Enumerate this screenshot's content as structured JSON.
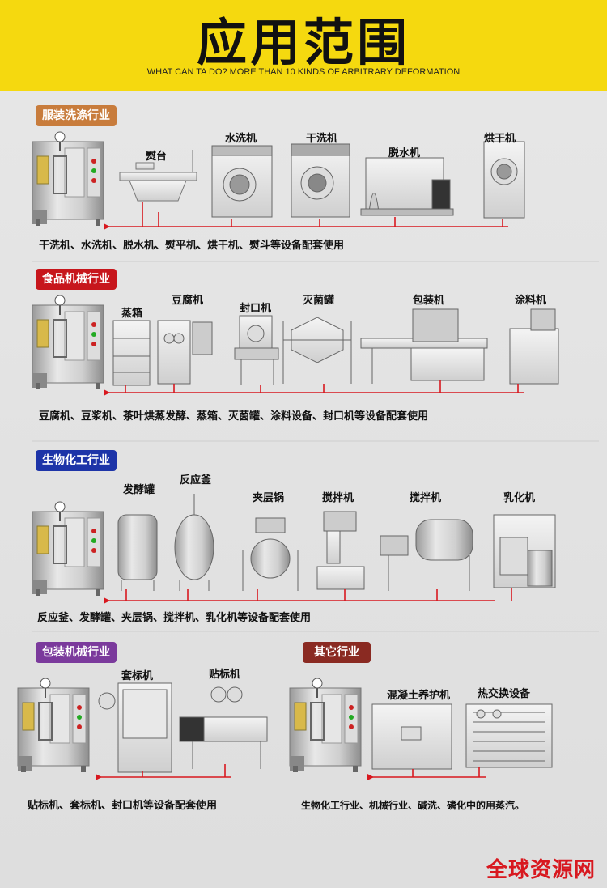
{
  "header": {
    "title": "应用范围",
    "subtitle": "WHAT CAN TA DO? MORE THAN 10 KINDS OF ARBITRARY DEFORMATION"
  },
  "colors": {
    "header_bg": "#f5d90f",
    "tag_laundry": "#c87c3c",
    "tag_food": "#c7161c",
    "tag_bio": "#1d34a8",
    "tag_packaging": "#7b3a9c",
    "tag_other": "#8a2a22",
    "pipe": "#d8181f"
  },
  "sections": {
    "laundry": {
      "tag": "服装洗涤行业",
      "machines": [
        "熨台",
        "水洗机",
        "干洗机",
        "脱水机",
        "烘干机"
      ],
      "desc": "干洗机、水洗机、脱水机、熨平机、烘干机、熨斗等设备配套使用"
    },
    "food": {
      "tag": "食品机械行业",
      "machines": [
        "蒸箱",
        "豆腐机",
        "封口机",
        "灭菌罐",
        "包装机",
        "涂料机"
      ],
      "desc": "豆腐机、豆浆机、茶叶烘蒸发酵、蒸箱、灭菌罐、涂料设备、封口机等设备配套使用"
    },
    "bio": {
      "tag": "生物化工行业",
      "machines": [
        "发酵罐",
        "反应釜",
        "夹层锅",
        "搅拌机",
        "搅拌机",
        "乳化机"
      ],
      "desc": "反应釜、发酵罐、夹层锅、搅拌机、乳化机等设备配套使用"
    },
    "packaging": {
      "tag": "包装机械行业",
      "machines": [
        "套标机",
        "贴标机"
      ],
      "desc": "贴标机、套标机、封口机等设备配套使用"
    },
    "other": {
      "tag": "其它行业",
      "machines": [
        "混凝土养护机",
        "热交换设备"
      ],
      "desc": "生物化工行业、机械行业、碱洗、磷化中的用蒸汽。"
    }
  },
  "watermark": "全球资源网"
}
